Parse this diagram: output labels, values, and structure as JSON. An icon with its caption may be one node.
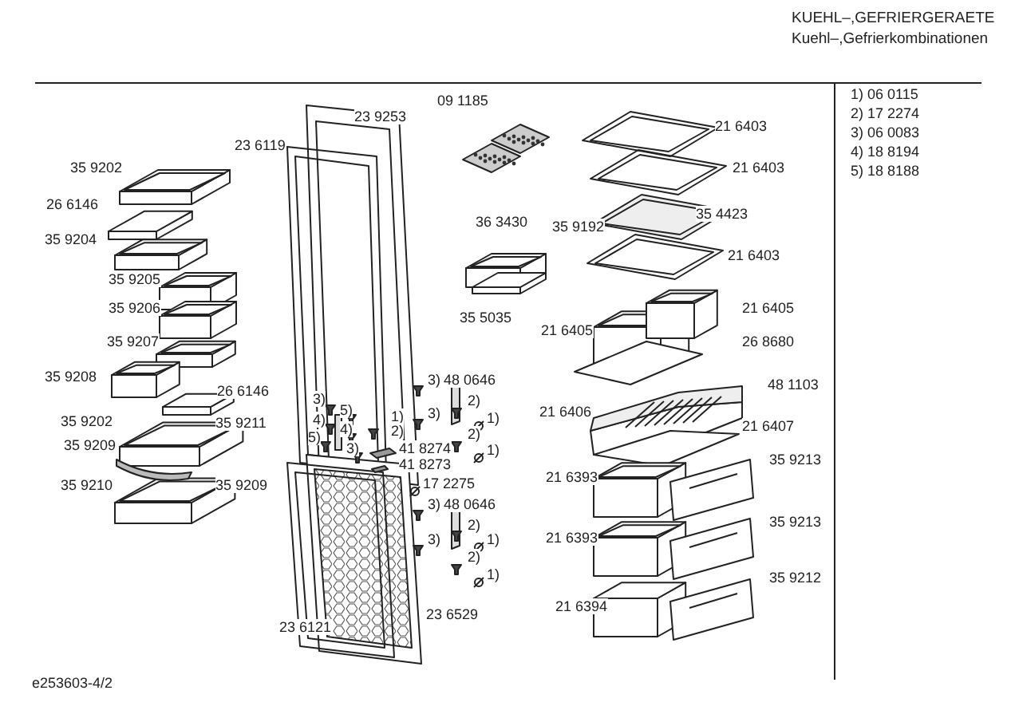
{
  "diagram": {
    "labels": [
      "KUEHL–,GEFRIERGERAETE",
      "Kuehl–,Gefrierkombinationen",
      "1) 06 0115",
      "2) 17 2274",
      "3) 06 0083",
      "4) 18 8194",
      "5) 18 8188",
      "09 1185",
      "23 9253",
      "21 6403",
      "23 6119",
      "35 9202",
      "21 6403",
      "26 6146",
      "35 4423",
      "36 3430",
      "35 9192",
      "35 9204",
      "21 6403",
      "35 9205",
      "21 6405",
      "35 9206",
      "35 5035",
      "21 6405",
      "35 9207",
      "26 8680",
      "35 9208",
      "3)",
      "48 0646",
      "48 1103",
      "26 6146",
      "3)",
      "2)",
      "5)",
      "21 6406",
      "3)",
      "1)",
      "4)",
      "35 9202",
      "35 9211",
      "1)",
      "21 6407",
      "4)",
      "2)",
      "2)",
      "5)",
      "35 9209",
      "3)",
      "41 8274",
      "1)",
      "35 9213",
      "41 8273",
      "21 6393",
      "35 9210",
      "35 9209",
      "17 2275",
      "3)",
      "48 0646",
      "35 9213",
      "2)",
      "21 6393",
      "3)",
      "1)",
      "2)",
      "1)",
      "35 9212",
      "21 6394",
      "23 6529",
      "23 6121",
      "e253603-4/2"
    ]
  }
}
